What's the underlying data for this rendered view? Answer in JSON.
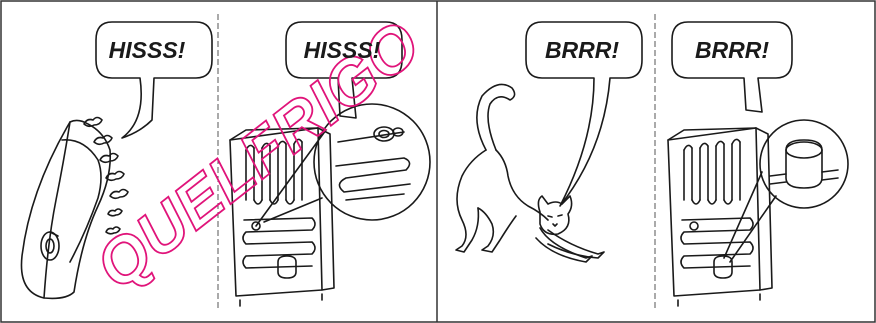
{
  "panels": [
    {
      "caption": "HISSS!",
      "subject": "steam-iron"
    },
    {
      "caption": "HISSS!",
      "subject": "fridge-back-refrigerant-coil"
    },
    {
      "caption": "BRRR!",
      "subject": "stretching-cat"
    },
    {
      "caption": "BRRR!",
      "subject": "fridge-back-compressor"
    }
  ],
  "watermark": {
    "text": "QUELFRIGO",
    "color": "#e0147a"
  },
  "colors": {
    "line": "#1a1a1a",
    "frame": "#333333"
  }
}
